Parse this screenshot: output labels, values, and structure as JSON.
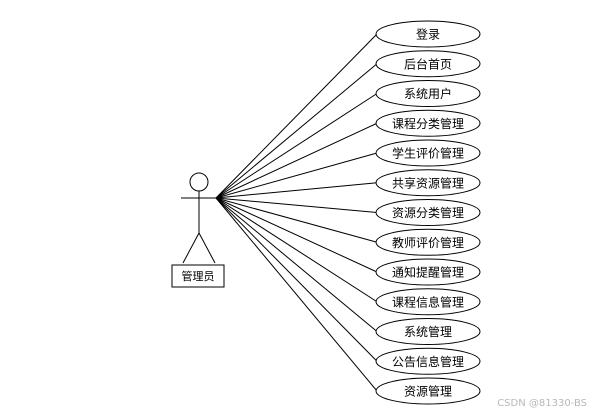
{
  "actor": {
    "label": "管理员"
  },
  "use_cases": [
    {
      "label": "登录"
    },
    {
      "label": "后台首页"
    },
    {
      "label": "系统用户"
    },
    {
      "label": "课程分类管理"
    },
    {
      "label": "学生评价管理"
    },
    {
      "label": "共享资源管理"
    },
    {
      "label": "资源分类管理"
    },
    {
      "label": "教师评价管理"
    },
    {
      "label": "通知提醒管理"
    },
    {
      "label": "课程信息管理"
    },
    {
      "label": "系统管理"
    },
    {
      "label": "公告信息管理"
    },
    {
      "label": "资源管理"
    }
  ],
  "watermark": "CSDN @81330-BS",
  "colors": {
    "stroke": "#000000",
    "fill": "#ffffff",
    "watermark": "#b8b8b8"
  }
}
